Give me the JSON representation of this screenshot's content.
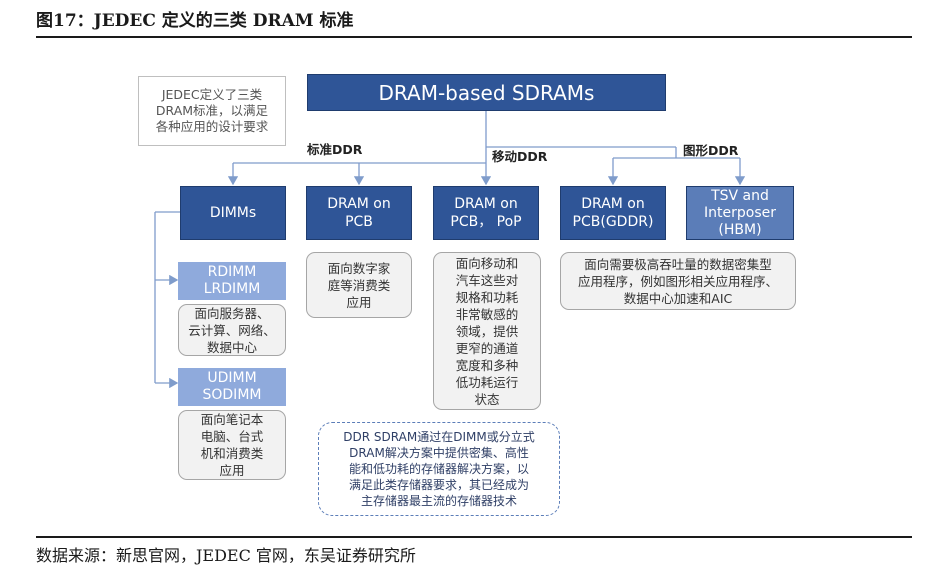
{
  "figure": {
    "title": "图17：JEDEC 定义的三类 DRAM 标准",
    "source": "数据来源：新思官网，JEDEC 官网，东吴证券研究所"
  },
  "diagram": {
    "root": "DRAM-based SDRAMs",
    "corner_note": [
      "JEDEC定义了三类",
      "DRAM标准，以满足",
      "各种应用的设计要求"
    ],
    "branches": {
      "standard": "标准DDR",
      "mobile": "移动DDR",
      "graphics": "图形DDR"
    },
    "nodes": {
      "dimms": "DIMMs",
      "dram_pcb": [
        "DRAM on",
        "PCB"
      ],
      "dram_pcb_pop": [
        "DRAM on",
        "PCB，  PoP"
      ],
      "dram_pcb_gddr": [
        "DRAM on",
        "PCB(GDDR)"
      ],
      "tsv": [
        "TSV and",
        "Interposer",
        "(HBM)"
      ],
      "rdimm": [
        "RDIMM",
        "LRDIMM"
      ],
      "udimm": [
        "UDIMM",
        "SODIMM"
      ]
    },
    "notes": {
      "rdimm": [
        "面向服务器、",
        "云计算、网络、",
        "数据中心"
      ],
      "udimm": [
        "面向笔记本",
        "电脑、台式",
        "机和消费类",
        "应用"
      ],
      "consumer": [
        "面向数字家",
        "庭等消费类",
        "应用"
      ],
      "mobile": [
        "面向移动和",
        "汽车这些对",
        "规格和功耗",
        "非常敏感的",
        "领域，提供",
        "更窄的通道",
        "宽度和多种",
        "低功耗运行",
        "状态"
      ],
      "graphics": [
        "面向需要极高吞吐量的数据密集型",
        "应用程序，例如图形相关应用程序、",
        "数据中心加速和AIC"
      ],
      "ddr_summary": [
        "DDR SDRAM通过在DIMM或分立式",
        "DRAM解决方案中提供密集、高性",
        "能和低功耗的存储器解决方案，以",
        "满足此类存储器要求，其已经成为",
        "主存储器最主流的存储器技术"
      ]
    }
  },
  "colors": {
    "dark_box": "#2f5597",
    "light_box": "#8faadc",
    "connector": "#7f9ccb",
    "note_fill": "#f2f2f2",
    "dashed_border": "#5b7db8"
  }
}
